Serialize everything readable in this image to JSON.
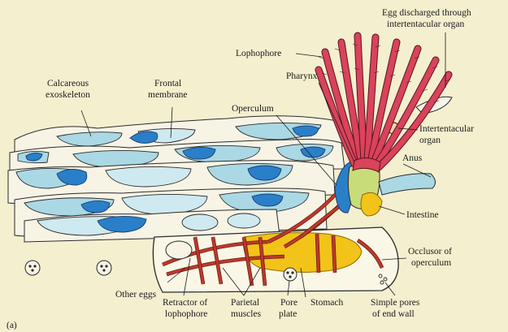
{
  "figure_tag": "(a)",
  "labels": {
    "egg_discharged_1": "Egg discharged through",
    "egg_discharged_2": "intertentacular organ",
    "lophophore": "Lophophore",
    "calcareous_1": "Calcareous",
    "calcareous_2": "exoskeleton",
    "frontal_1": "Frontal",
    "frontal_2": "membrane",
    "pharynx": "Pharynx",
    "operculum": "Operculum",
    "intertentacular_1": "Intertentacular",
    "intertentacular_2": "organ",
    "anus": "Anus",
    "intestine": "Intestine",
    "occlusor_1": "Occlusor of",
    "occlusor_2": "operculum",
    "other_eggs": "Other eggs",
    "retractor_1": "Retractor of",
    "retractor_2": "lophophore",
    "parietal_1": "Parietal",
    "parietal_2": "muscles",
    "pore_1": "Pore",
    "pore_2": "plate",
    "stomach": "Stomach",
    "simple_pores_1": "Simple pores",
    "simple_pores_2": "of end wall"
  },
  "colors": {
    "background": "#f4efcf",
    "zooid_cell": "#aad8e4",
    "frontal_membrane_blue": "#2a7fc9",
    "tentacle_red": "#d9435b",
    "stomach_yellow": "#f2c318",
    "muscle_red": "#c0392b",
    "pharynx_green": "#c9dc7a"
  }
}
